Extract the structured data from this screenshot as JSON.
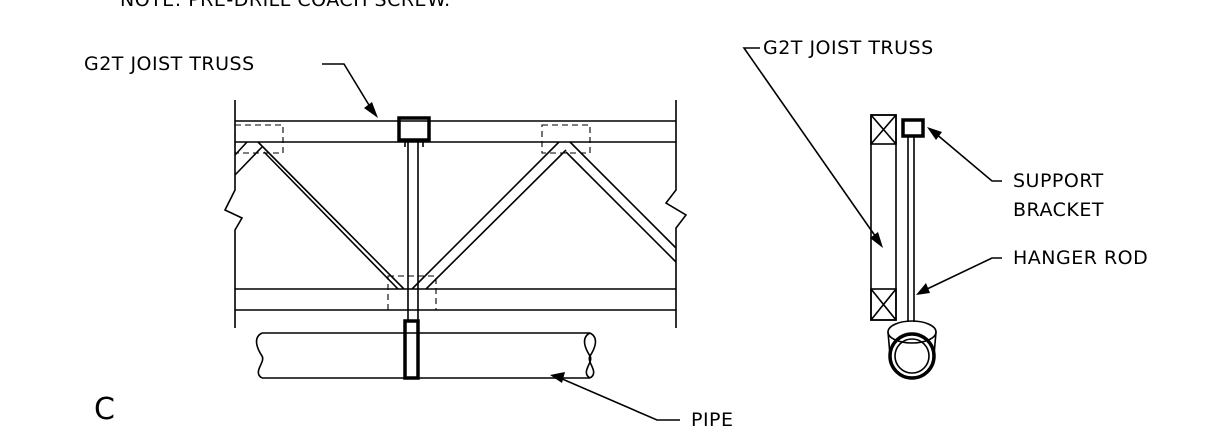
{
  "labels": {
    "note": "NOTE: PRE-DRILL COACH SCREW.",
    "truss_left": "G2T JOIST TRUSS",
    "truss_right": "G2T JOIST TRUSS",
    "support": "SUPPORT",
    "bracket": "BRACKET",
    "hanger_rod": "HANGER ROD",
    "pipe": "PIPE",
    "detail": "C"
  }
}
